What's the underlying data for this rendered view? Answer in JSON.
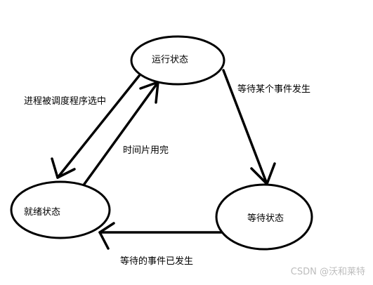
{
  "states": {
    "running": "运行状态",
    "waiting": "等待状态",
    "ready": "就绪状态"
  },
  "transitions": {
    "running_to_waiting": "等待某个事件发生",
    "ready_to_running": "进程被调度程序选中",
    "running_to_ready": "时间片用完",
    "waiting_to_ready": "等待的事件已发生"
  },
  "watermark": "CSDN @沃和莱特",
  "colors": {
    "stroke": "#000000",
    "background": "#ffffff",
    "watermark": "#bdbdbd"
  }
}
